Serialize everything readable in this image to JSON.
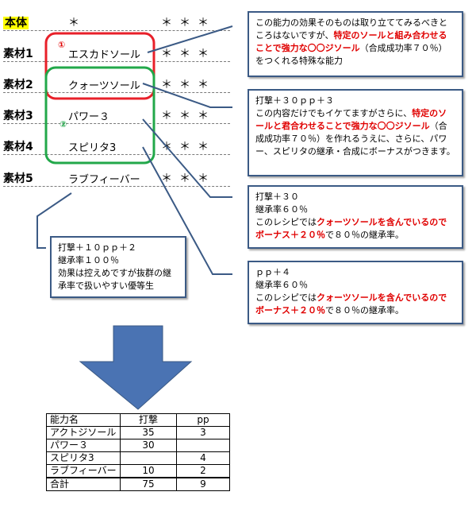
{
  "rows": [
    {
      "label": "本体",
      "name": "",
      "star1": "＊",
      "stars": "＊＊＊"
    },
    {
      "label": "素材1",
      "name": "エスカドソール",
      "stars": "＊＊＊"
    },
    {
      "label": "素材2",
      "name": "クォーツソール",
      "stars": "＊＊＊"
    },
    {
      "label": "素材3",
      "name": "パワー３",
      "stars": "＊＊＊"
    },
    {
      "label": "素材4",
      "name": "スピリタ3",
      "stars": "＊＊＊"
    },
    {
      "label": "素材5",
      "name": "ラブフィーバー",
      "stars": "＊＊＊"
    }
  ],
  "markers": {
    "one": "①",
    "two": "②"
  },
  "colors": {
    "red_frame": "#e8202a",
    "green_frame": "#22a84a",
    "callout_border": "#3b5a85",
    "arrow_fill": "#4a73b3"
  },
  "callouts": {
    "c1": {
      "a": "この能力の効果そのものは取り立ててみるべきところはないですが、",
      "b": "特定のソールと組み合わせることで強力な〇〇ジソール",
      "c": "（合成成功率７０％）をつくれる特殊な能力"
    },
    "c2": {
      "line1": "打撃＋３０ｐｐ＋３",
      "a": "この内容だけでもイケてますがさらに、",
      "b": "特定のソールと君合わせることで強力な〇〇ジソール",
      "c": "（合成成功率７０％）を作れるうえに、さらに、パワー、スピリタの継承・合成にボーナスがつきます。"
    },
    "c3": {
      "line1": "打撃＋３０",
      "line2": "継承率６０％",
      "a": "このレシピでは",
      "b": "クォーツソールを含んでいるのでボーナス＋２０％",
      "c": "で８０％の継承率。"
    },
    "c4": {
      "line1": "ｐｐ＋４",
      "line2": "継承率６０％",
      "a": "このレシピでは",
      "b": "クォーツソールを含んでいるのでボーナス＋２０％",
      "c": "で８０％の継承率。"
    },
    "c5": {
      "line1": "打撃＋１０ｐｐ＋２",
      "line2": "継承率１００％",
      "line3": "効果は控えめですが抜群の継承率で扱いやすい優等生"
    }
  },
  "summary": {
    "headers": [
      "能力名",
      "打撃",
      "pp"
    ],
    "rows": [
      [
        "アクトジソール",
        "35",
        "3"
      ],
      [
        "パワー３",
        "30",
        ""
      ],
      [
        "スピリタ3",
        "",
        "4"
      ],
      [
        "ラブフィーバー",
        "10",
        "2"
      ]
    ],
    "total": [
      "合計",
      "75",
      "9"
    ]
  }
}
